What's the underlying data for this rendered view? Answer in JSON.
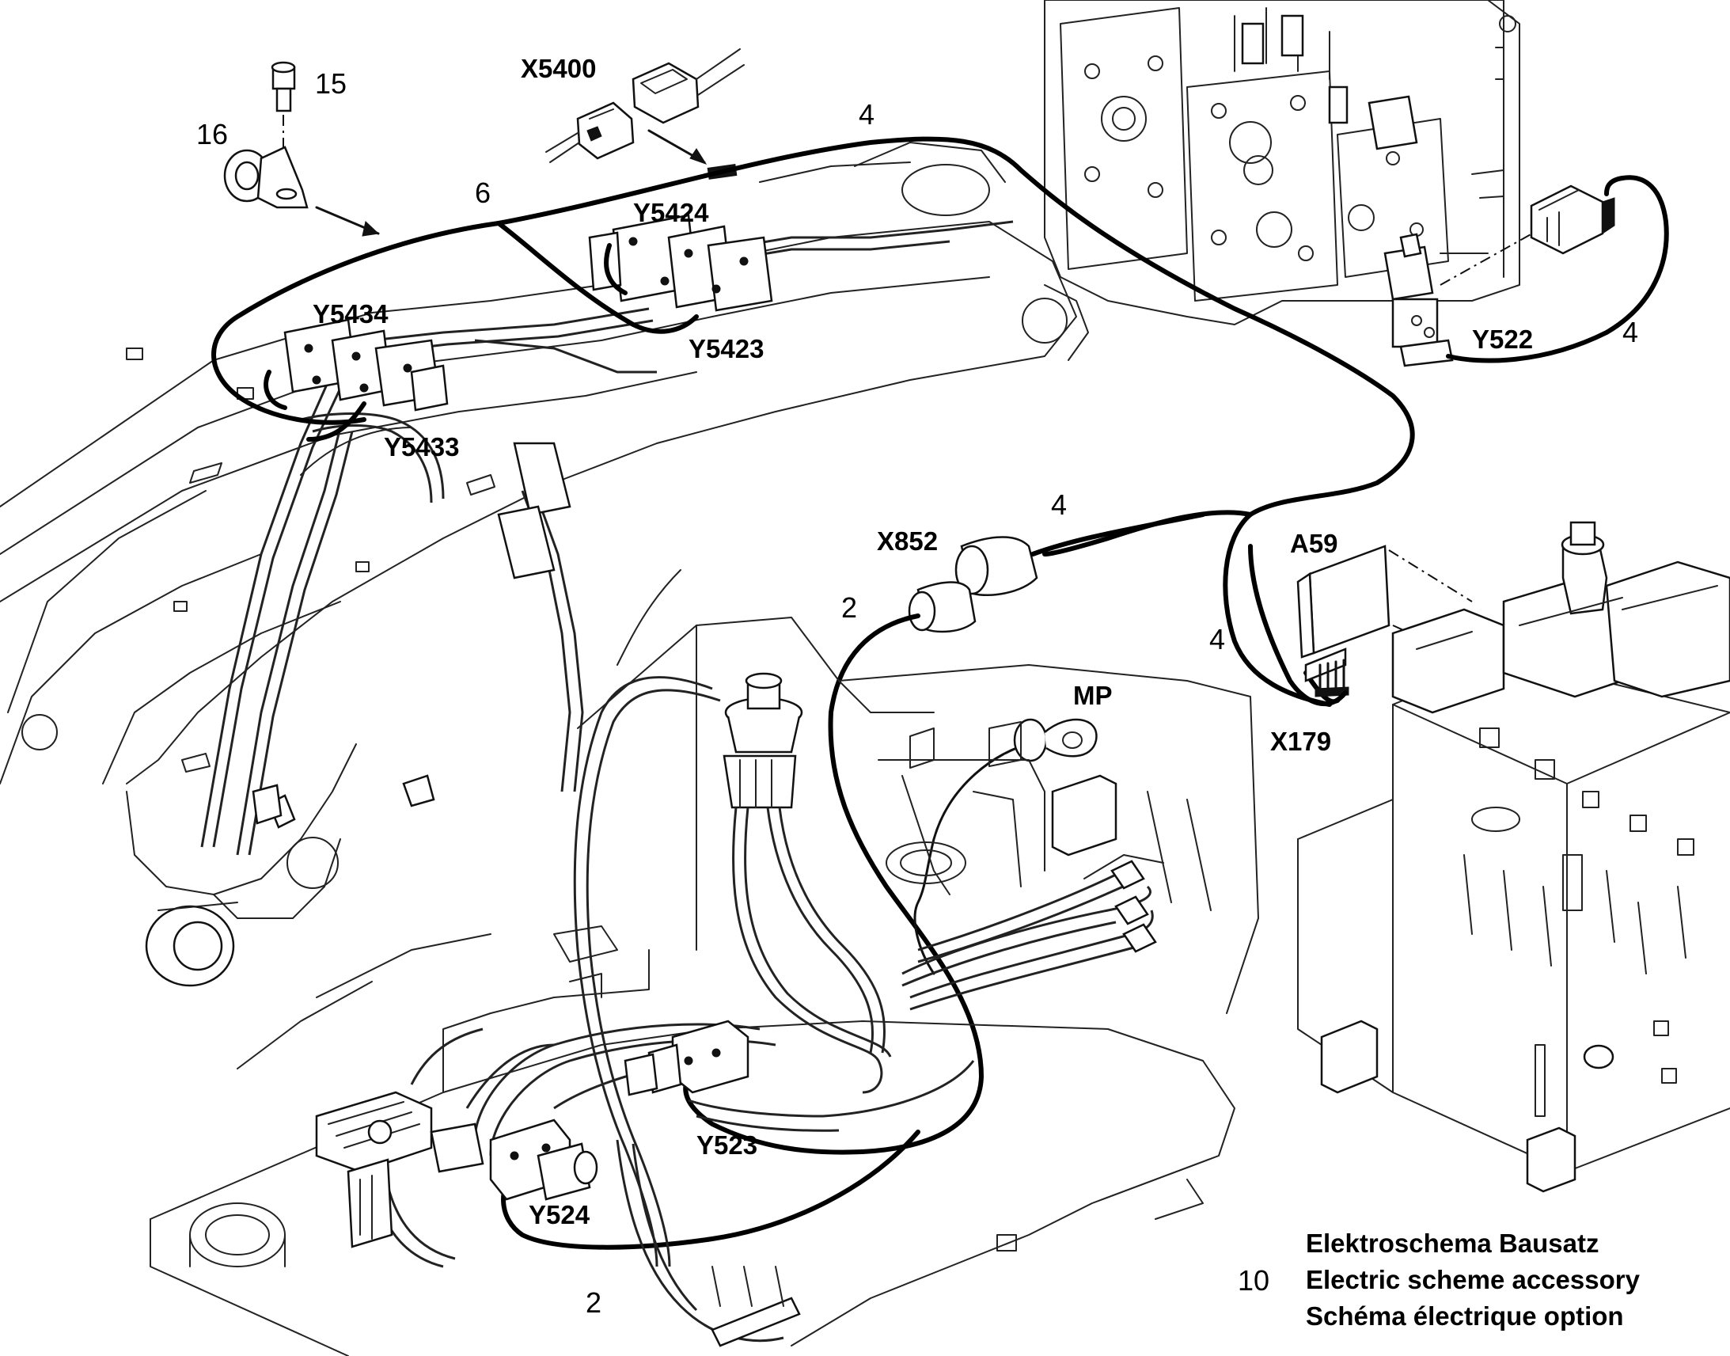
{
  "callouts": {
    "c15": "15",
    "c16": "16",
    "x5400": "X5400",
    "c4_top": "4",
    "c6": "6",
    "y5424": "Y5424",
    "y5434": "Y5434",
    "y5423": "Y5423",
    "y5433": "Y5433",
    "y522": "Y522",
    "c4_right": "4",
    "c4_mid": "4",
    "x852": "X852",
    "c2_mid": "2",
    "a59": "A59",
    "c4_lower": "4",
    "x179": "X179",
    "mp": "MP",
    "y523": "Y523",
    "y524": "Y524",
    "c2_bottom": "2"
  },
  "legend": {
    "number": "10",
    "line_de": "Elektroschema Bausatz",
    "line_en": "Electric scheme accessory",
    "line_fr": "Schéma électrique option"
  }
}
